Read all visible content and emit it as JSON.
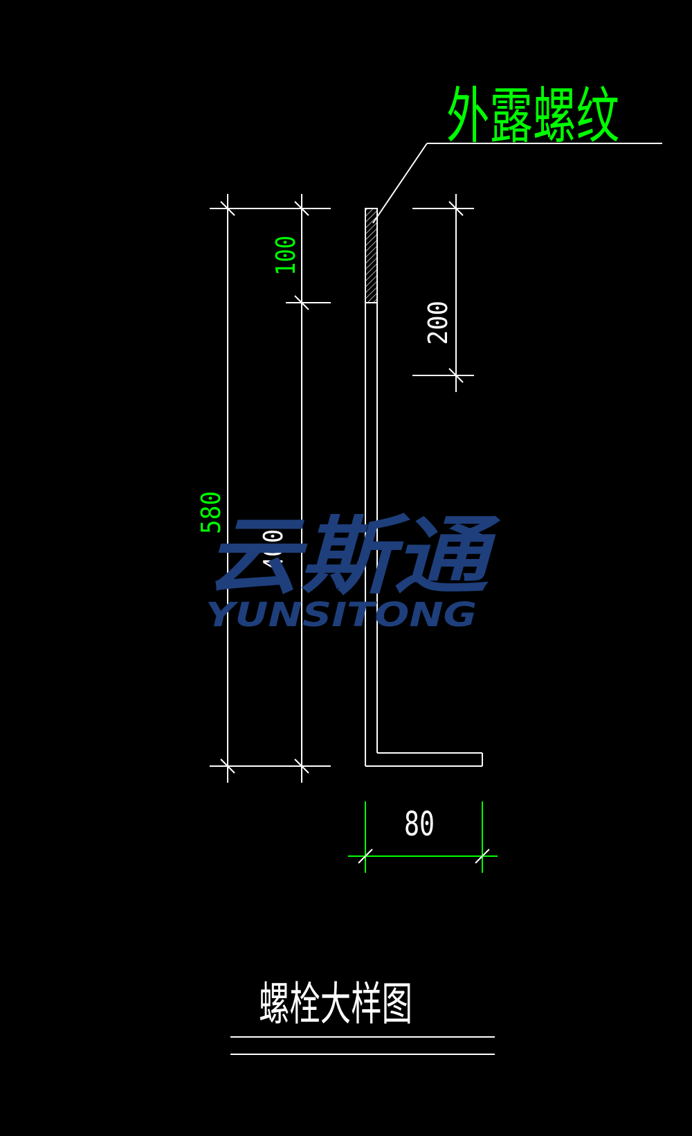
{
  "drawing": {
    "leader_label": "外露螺纹",
    "title": "螺栓大样图",
    "dimensions": {
      "thread_length": "100",
      "right_top": "200",
      "straight_length": "400",
      "total_length": "580",
      "hook_length": "80"
    }
  },
  "watermark": {
    "chinese": "云斯通",
    "latin": "YUNSITONG"
  },
  "colors": {
    "background": "#000000",
    "line": "#ffffff",
    "label_green": "#00ff00",
    "watermark_blue": "#1e3f7c"
  }
}
